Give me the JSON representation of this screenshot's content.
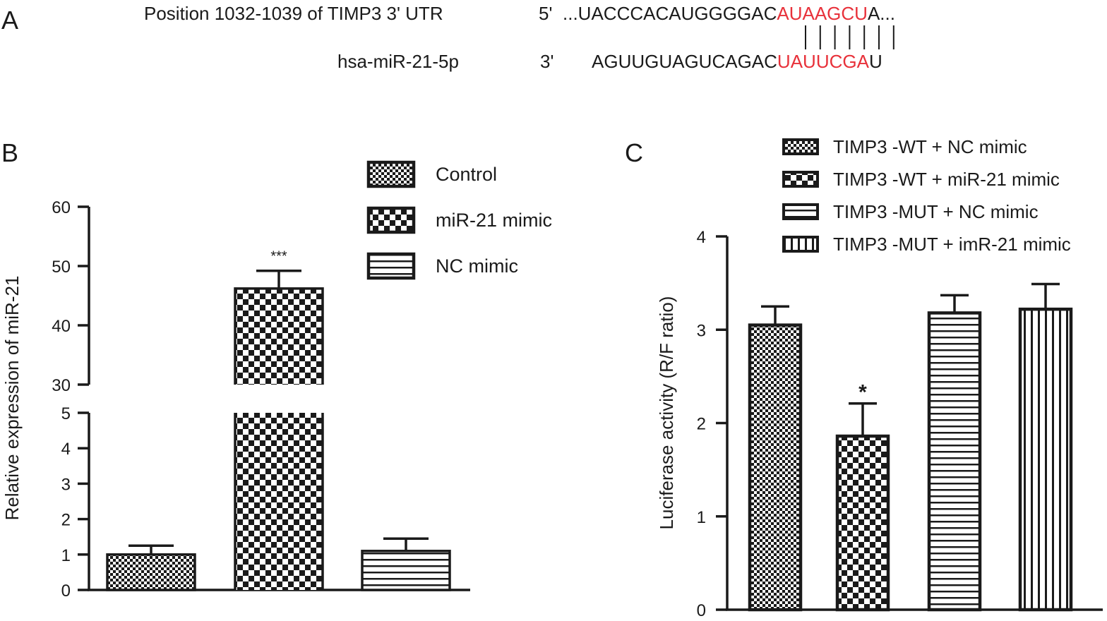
{
  "panel_a": {
    "letter": "A",
    "row1_label": "Position 1032-1039 of TIMP3 3' UTR",
    "row1_end": "5'",
    "row1_seq_black": "...UACCCACAUGGGGAC",
    "row1_seq_red": "AUAAGCU",
    "row1_seq_tail": "A...",
    "row2_label": "hsa-miR-21-5p",
    "row2_end": "3'",
    "row2_seq_black": "AGUUGUAGUCAGAC",
    "row2_seq_red": "UAUUCGA",
    "row2_seq_tail": "U",
    "seed_pairs": 7,
    "red_color": "#e8313a"
  },
  "chart_data": [
    {
      "panel": "B",
      "type": "bar",
      "categories": [
        "Control",
        "miR-21 mimic",
        "NC mimic"
      ],
      "values": [
        1.0,
        46.2,
        1.1
      ],
      "errors": [
        0.25,
        3.0,
        0.35
      ],
      "annotations": [
        "",
        "***",
        ""
      ],
      "patterns": [
        "fine-checker",
        "coarse-checker",
        "horizontal-stripes"
      ],
      "ylabel": "Relative expression of miR-21",
      "xlabel": "",
      "axis_break": [
        5,
        30
      ],
      "ylim_lower": [
        0,
        5
      ],
      "ylim_upper": [
        30,
        60
      ],
      "yticks_lower": [
        0,
        1,
        2,
        3,
        4,
        5
      ],
      "yticks_upper": [
        30,
        40,
        50,
        60
      ],
      "legend": [
        "Control",
        "miR-21 mimic",
        "NC mimic"
      ],
      "legend_position": "top-right",
      "grid": false
    },
    {
      "panel": "C",
      "type": "bar",
      "categories": [
        "TIMP3 -WT + NC mimic",
        "TIMP3 -WT + miR-21 mimic",
        "TIMP3 -MUT + NC mimic",
        "TIMP3 -MUT + imR-21 mimic"
      ],
      "values": [
        3.05,
        1.86,
        3.18,
        3.22
      ],
      "errors": [
        0.2,
        0.35,
        0.19,
        0.27
      ],
      "annotations": [
        "",
        "*",
        "",
        ""
      ],
      "patterns": [
        "fine-checker",
        "coarse-checker",
        "horizontal-stripes",
        "vertical-stripes"
      ],
      "ylabel": "Luciferase activity (R/F ratio)",
      "xlabel": "",
      "ylim": [
        0,
        4
      ],
      "yticks": [
        0,
        1,
        2,
        3,
        4
      ],
      "legend": [
        "TIMP3 -WT + NC mimic",
        "TIMP3 -WT + miR-21 mimic",
        "TIMP3 -MUT + NC mimic",
        "TIMP3 -MUT + imR-21 mimic"
      ],
      "legend_position": "top-right",
      "grid": false
    }
  ]
}
